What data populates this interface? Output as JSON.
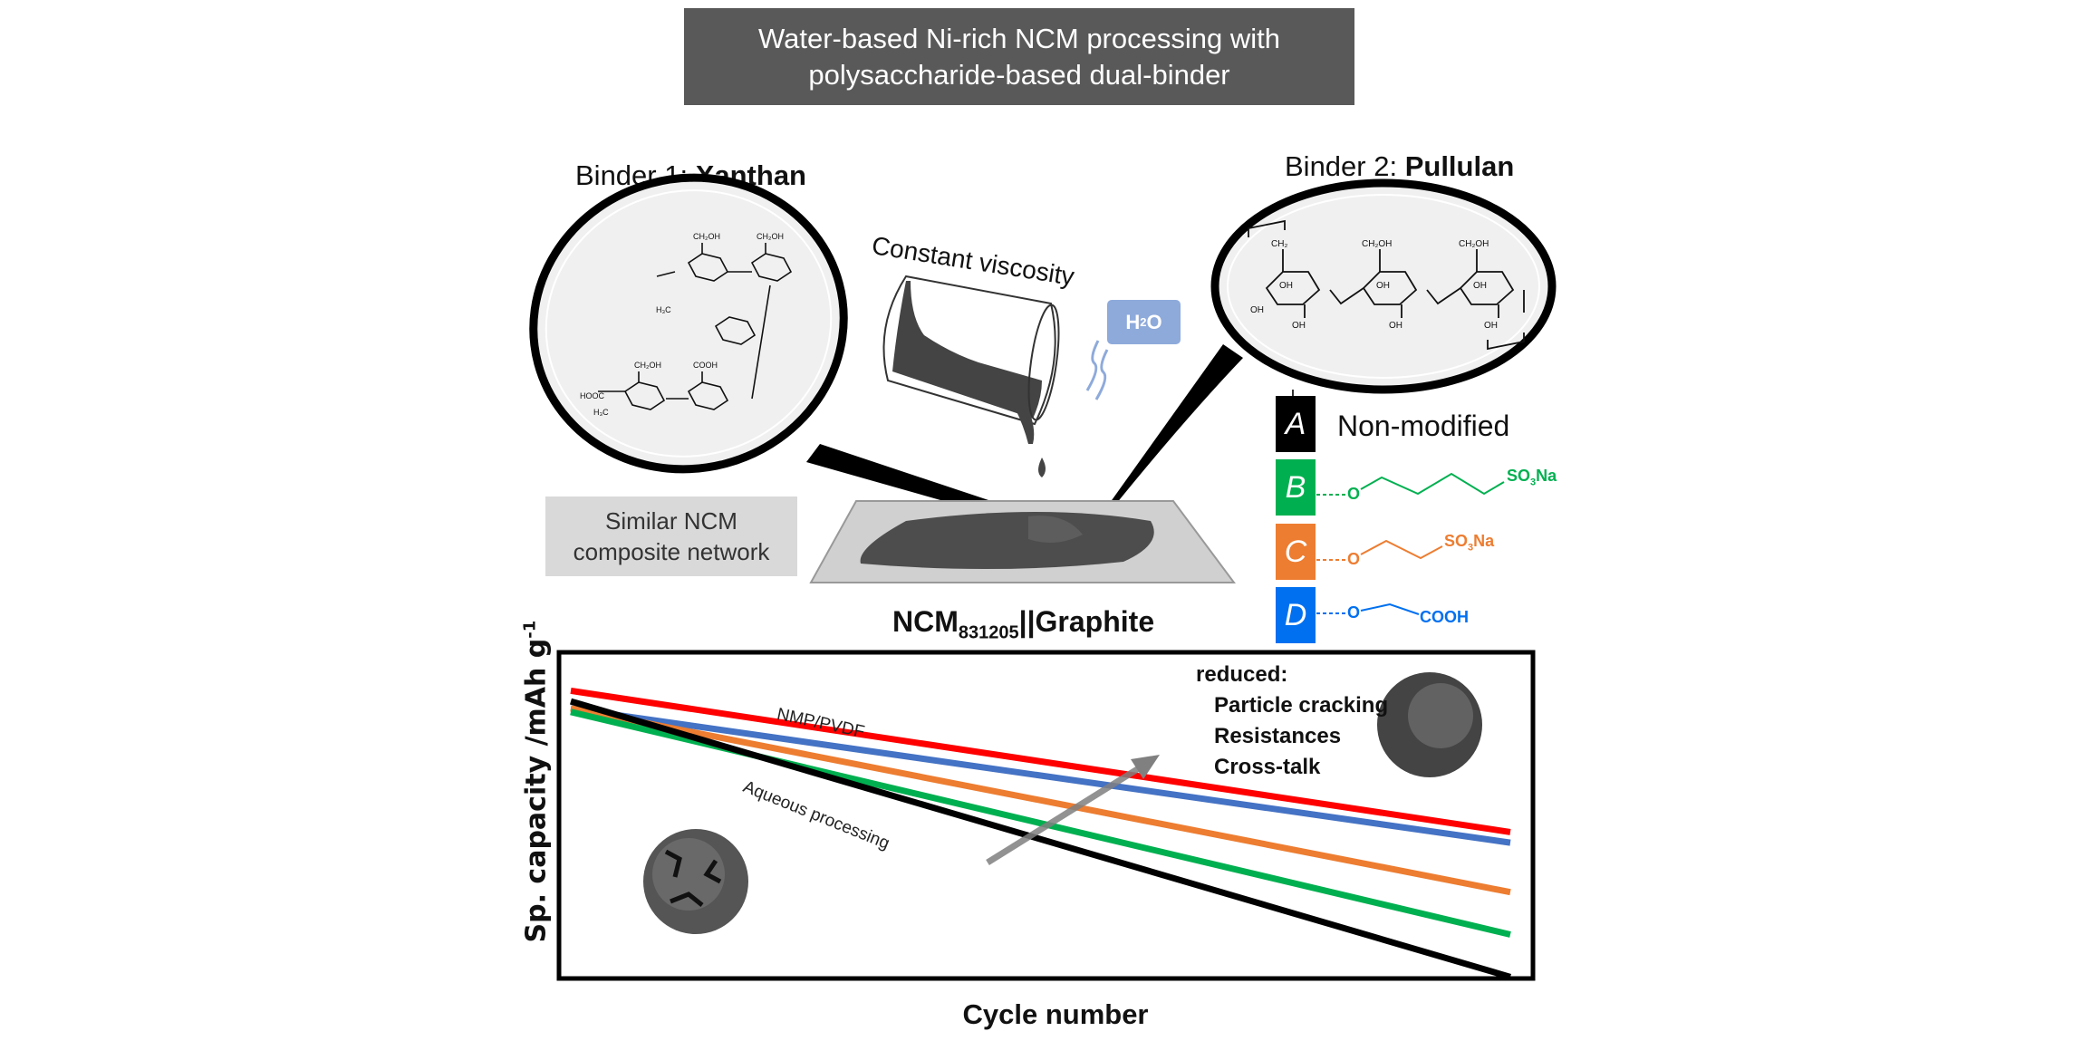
{
  "title": {
    "line1": "Water-based Ni-rich NCM processing with",
    "line2": "polysaccharide-based dual-binder"
  },
  "binder1": {
    "prefix": "Binder 1: ",
    "name": "Xanthan"
  },
  "binder2": {
    "prefix": "Binder 2: ",
    "name": "Pullulan"
  },
  "pour": {
    "label": "Constant viscosity",
    "water": "H",
    "water_sub": "2",
    "water_tail": "O"
  },
  "similar_box": {
    "line1": "Similar NCM",
    "line2": "composite network"
  },
  "modifications": [
    {
      "letter": "A",
      "color": "#000000",
      "label": "Non-modified"
    },
    {
      "letter": "B",
      "color": "#00b050",
      "chain": "O",
      "end": "SO",
      "end_sub": "3",
      "end_tail": "Na"
    },
    {
      "letter": "C",
      "color": "#ed7d31",
      "chain": "O",
      "end": "SO",
      "end_sub": "3",
      "end_tail": "Na"
    },
    {
      "letter": "D",
      "color": "#0070f0",
      "chain": "O",
      "end": "COOH",
      "end_sub": "",
      "end_tail": ""
    }
  ],
  "chart_data": {
    "type": "line",
    "title": "NCM831205 || Graphite",
    "title_main": "NCM",
    "title_sub": "831205",
    "title_tail": "||Graphite",
    "xlabel": "Cycle number",
    "ylabel": "Sp. capacity /mAh g",
    "ylabel_sup": "-1",
    "x": [
      0,
      1
    ],
    "xlim": [
      0,
      1
    ],
    "ylim": [
      0,
      1
    ],
    "grid": false,
    "ticks": false,
    "series": [
      {
        "name": "NMP/PVDF",
        "color": "#ff0000",
        "values": [
          0.84,
          0.44
        ]
      },
      {
        "name": "D",
        "color": "#4472c4",
        "values": [
          0.79,
          0.41
        ]
      },
      {
        "name": "C",
        "color": "#ed7d31",
        "values": [
          0.79,
          0.27
        ]
      },
      {
        "name": "B",
        "color": "#00b050",
        "values": [
          0.78,
          0.15
        ]
      },
      {
        "name": "A (Aqueous, non-modified)",
        "color": "#000000",
        "values": [
          0.81,
          0.03
        ]
      }
    ],
    "annotations": {
      "nmp": "NMP/PVDF",
      "aqueous": "Aqueous processing",
      "reduced_title": "reduced:",
      "reduced_items": [
        "Particle cracking",
        "Resistances",
        "Cross-talk"
      ],
      "arrow_color": "#808080"
    }
  }
}
